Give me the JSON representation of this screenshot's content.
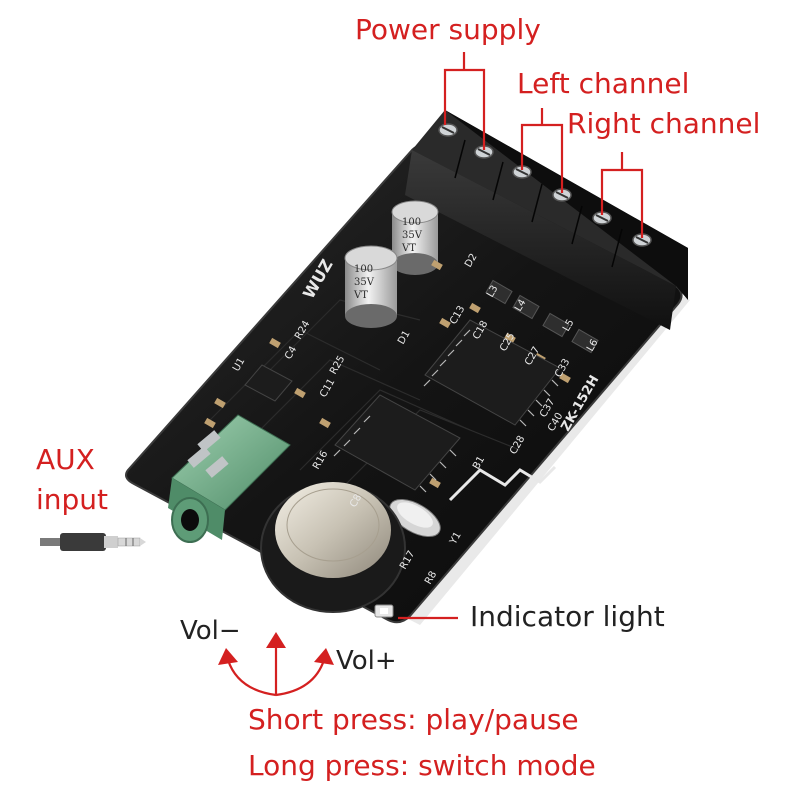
{
  "annotations": {
    "power_supply": "Power supply",
    "left_channel": "Left channel",
    "right_channel": "Right channel",
    "aux_line1": "AUX",
    "aux_line2": "input",
    "indicator_light": "Indicator light",
    "vol_minus": "Vol−",
    "vol_plus": "Vol+",
    "short_press": "Short press: play/pause",
    "long_press": "Long press: switch mode"
  },
  "board": {
    "model": "ZK-152H",
    "brand": "WUZ",
    "capacitor_value": "100",
    "capacitor_voltage": "35V",
    "capacitor_series": "VT",
    "silkscreen_labels": [
      "D2",
      "C13",
      "L3",
      "L4",
      "L5",
      "L6",
      "C18",
      "C25",
      "C27",
      "C33",
      "C37",
      "C40",
      "C28",
      "C4",
      "R25",
      "R24",
      "U1",
      "C11",
      "C8",
      "Y1",
      "R16",
      "R17",
      "R8",
      "B1",
      "D1"
    ]
  },
  "colors": {
    "annotation_red": "#d42020",
    "label_dark": "#222222",
    "pcb_black": "#141414",
    "terminal_block": "#1b1b1b",
    "jack_green": "#6fae84"
  },
  "icons": [
    "audio-jack-plug-icon",
    "up-arrow-icon",
    "curved-left-arrow-icon",
    "curved-right-arrow-icon"
  ]
}
